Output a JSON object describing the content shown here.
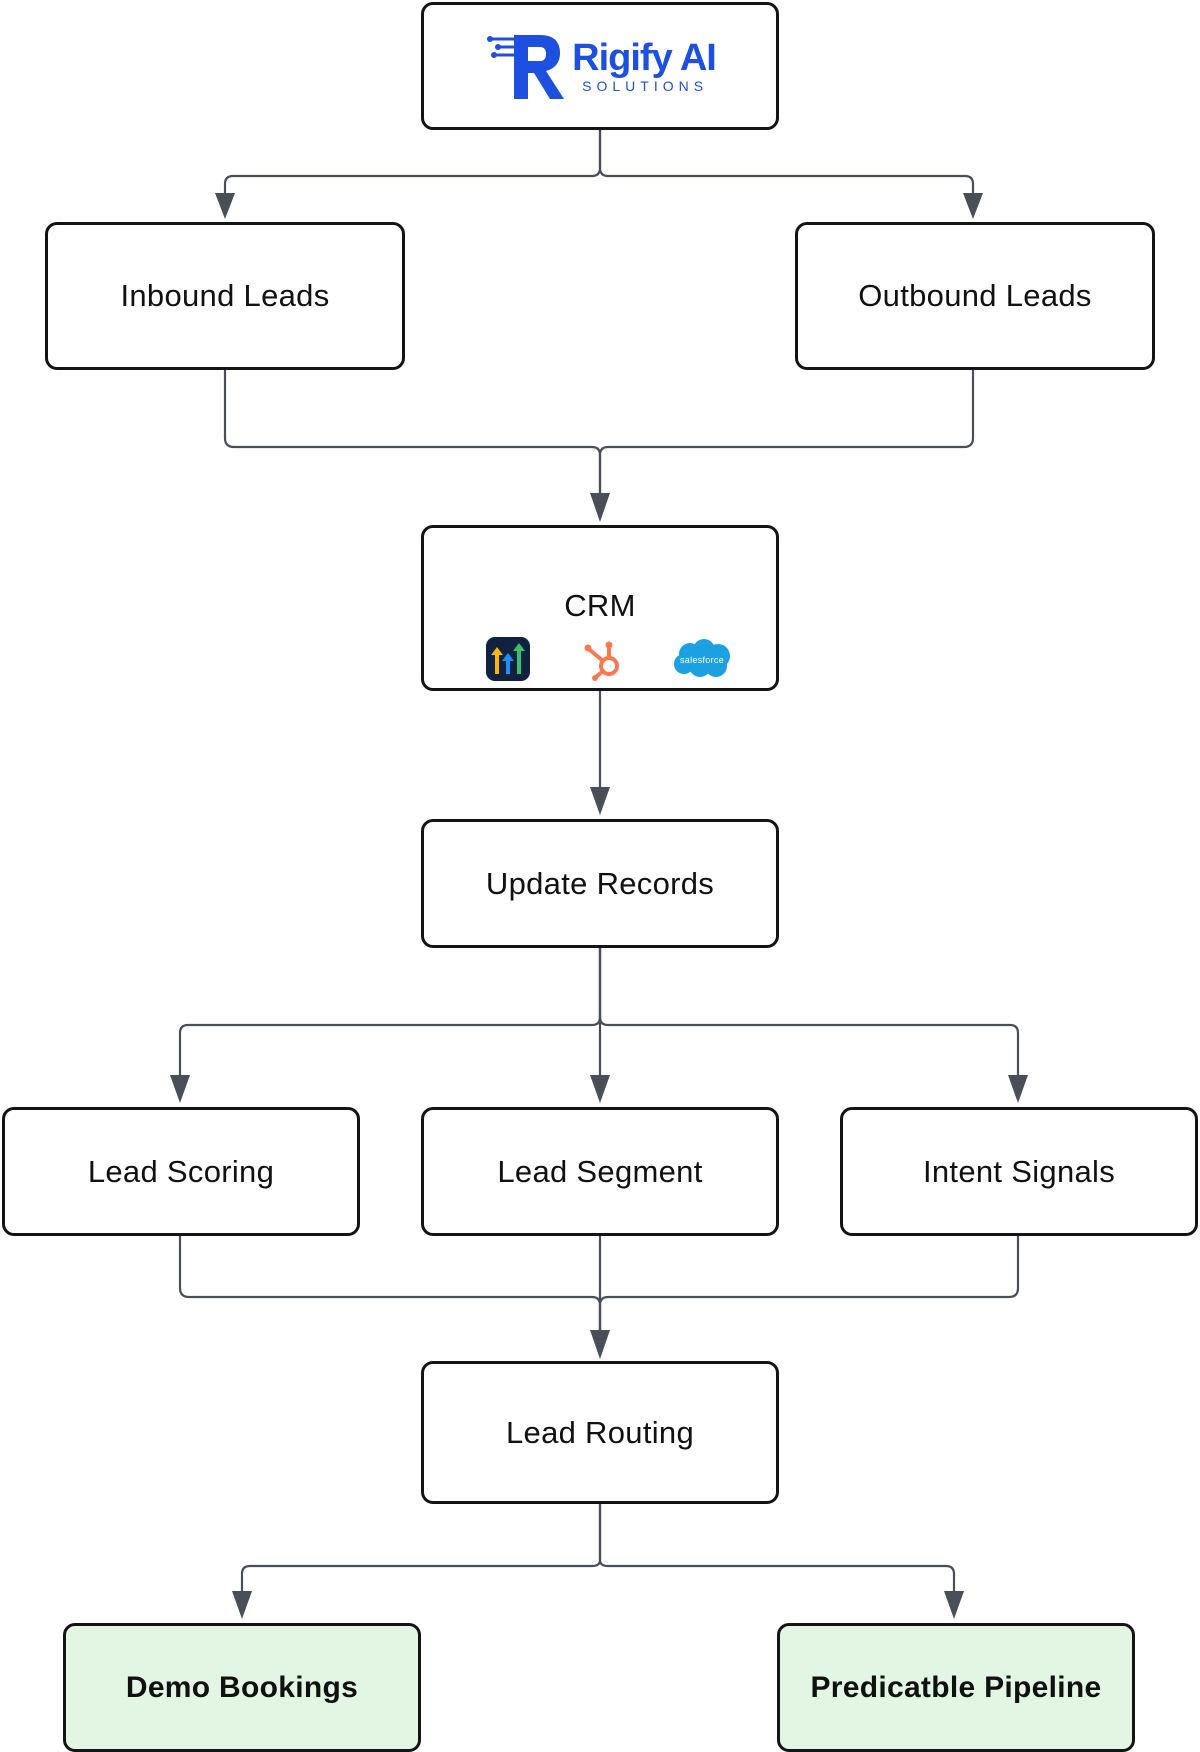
{
  "logo": {
    "name": "Rigify AI",
    "tagline": "SOLUTIONS"
  },
  "nodes": {
    "inbound": "Inbound Leads",
    "outbound": "Outbound Leads",
    "crm": "CRM",
    "update": "Update Records",
    "scoring": "Lead Scoring",
    "segment": "Lead Segment",
    "intent": "Intent Signals",
    "routing": "Lead Routing",
    "demo": "Demo Bookings",
    "pipeline": "Predicatble Pipeline"
  },
  "crm_integrations": [
    "gohighlevel-icon",
    "hubspot-icon",
    "salesforce-icon"
  ],
  "salesforce_text": "salesforce",
  "colors": {
    "border": "#141414",
    "connector": "#4a4f57",
    "outcome_fill": "#e3f6e3",
    "brand_blue": "#1d4fe0",
    "hubspot_orange": "#f57a52",
    "salesforce_blue": "#1ba0e2"
  }
}
